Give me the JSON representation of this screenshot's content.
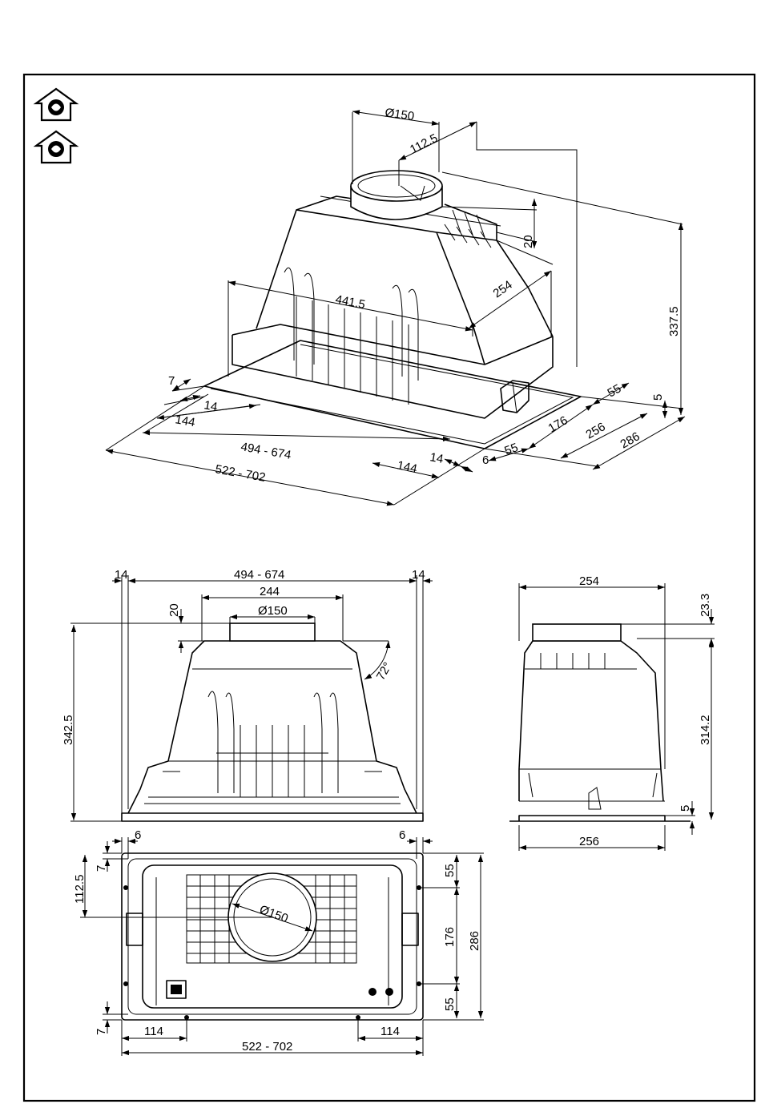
{
  "icons": [
    "extraction-mode-icon",
    "recirculation-mode-icon"
  ],
  "iso": {
    "dia": "Ø150",
    "d112": "112.5",
    "d20": "20",
    "d254": "254",
    "d4415": "441.5",
    "d3375": "337.5",
    "d5": "5",
    "d7": "7",
    "d55a": "55",
    "d14a": "14",
    "d144a": "144",
    "d176": "176",
    "d256": "256",
    "d286": "286",
    "d494": "494 - 674",
    "d522": "522 - 702",
    "d144b": "144",
    "d14b": "14",
    "d6": "6",
    "d55b": "55"
  },
  "front": {
    "d14l": "14",
    "d494": "494 - 674",
    "d14r": "14",
    "d244": "244",
    "d20": "20",
    "dia": "Ø150",
    "d3425": "342.5",
    "d72": "72°"
  },
  "side": {
    "d254": "254",
    "d233": "23.3",
    "d3142": "314.2",
    "d5": "5",
    "d256": "256"
  },
  "bottom": {
    "d6l": "6",
    "d6r": "6",
    "d7t": "7",
    "d1125": "112.5",
    "dia": "Ø150",
    "d55t": "55",
    "d176": "176",
    "d286": "286",
    "d55b": "55",
    "d7b": "7",
    "d114l": "114",
    "d114r": "114",
    "d522": "522 - 702"
  }
}
